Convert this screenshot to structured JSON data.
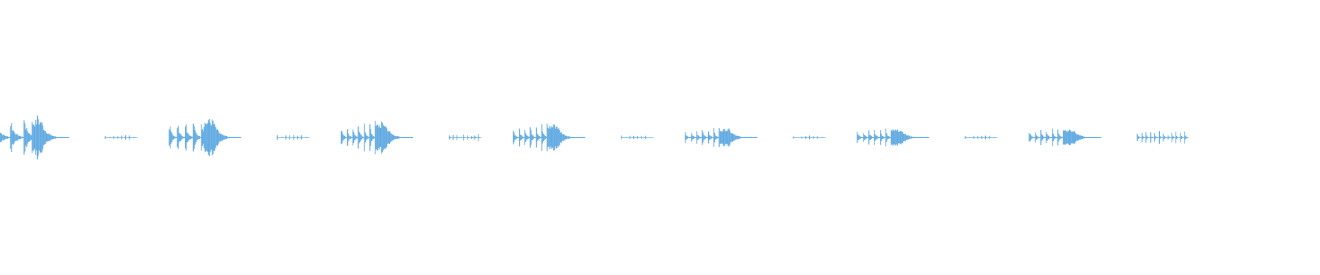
{
  "waveform": {
    "color": "#5fa9e1",
    "clusters": [
      {
        "kind": "loud",
        "amplitude": 0.62,
        "hits": 3
      },
      {
        "kind": "quiet",
        "amplitude": 0.06,
        "hits": 8
      },
      {
        "kind": "loud",
        "amplitude": 0.62,
        "hits": 5
      },
      {
        "kind": "quiet",
        "amplitude": 0.07,
        "hits": 8
      },
      {
        "kind": "loud",
        "amplitude": 0.5,
        "hits": 7
      },
      {
        "kind": "quiet",
        "amplitude": 0.1,
        "hits": 9
      },
      {
        "kind": "loud",
        "amplitude": 0.45,
        "hits": 7
      },
      {
        "kind": "quiet",
        "amplitude": 0.05,
        "hits": 8
      },
      {
        "kind": "loud",
        "amplitude": 0.3,
        "hits": 7
      },
      {
        "kind": "quiet",
        "amplitude": 0.05,
        "hits": 8
      },
      {
        "kind": "loud",
        "amplitude": 0.3,
        "hits": 7
      },
      {
        "kind": "quiet",
        "amplitude": 0.05,
        "hits": 8
      },
      {
        "kind": "loud",
        "amplitude": 0.3,
        "hits": 7
      },
      {
        "kind": "quiet",
        "amplitude": 0.16,
        "hits": 12
      }
    ]
  }
}
